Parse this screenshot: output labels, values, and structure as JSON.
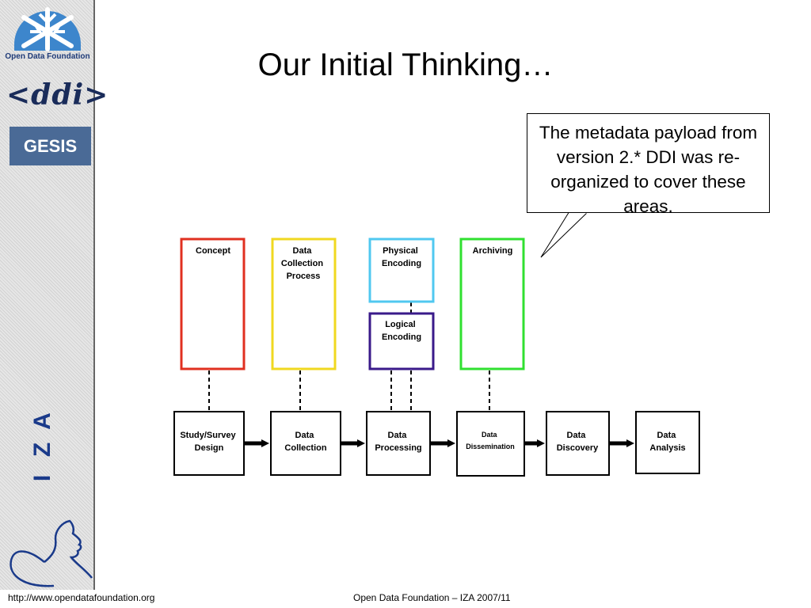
{
  "slide": {
    "title": "Our Initial Thinking…",
    "callout": "The metadata payload from version 2.* DDI was re-organized to cover these areas."
  },
  "sidebar": {
    "logos": [
      {
        "name": "open-data-foundation-logo",
        "text": "Open Data Foundation",
        "icon": "snowflake-icon",
        "color": "#2f7fc8"
      },
      {
        "name": "ddi-logo",
        "text": "<ddi>"
      },
      {
        "name": "gesis-logo",
        "text": "GESIS",
        "color": "#4a6a96"
      },
      {
        "name": "iza-logo",
        "text": "IZA",
        "color": "#1a3a8a"
      }
    ]
  },
  "diagram": {
    "top_boxes": [
      {
        "name": "concept",
        "lines": [
          "Concept"
        ],
        "color": "#e03020"
      },
      {
        "name": "data-collection-process",
        "lines": [
          "Data",
          "Collection",
          "Process"
        ],
        "color": "#f0d820"
      },
      {
        "name": "physical-encoding",
        "lines": [
          "Physical",
          "Encoding"
        ],
        "color": "#50c8f0"
      },
      {
        "name": "logical-encoding",
        "lines": [
          "Logical",
          "Encoding"
        ],
        "color": "#3a1a8a"
      },
      {
        "name": "archiving",
        "lines": [
          "Archiving"
        ],
        "color": "#30e030"
      }
    ],
    "process_steps": [
      {
        "name": "study-survey-design",
        "lines": [
          "Study/Survey",
          "Design"
        ]
      },
      {
        "name": "data-collection",
        "lines": [
          "Data",
          "Collection"
        ]
      },
      {
        "name": "data-processing",
        "lines": [
          "Data",
          "Processing"
        ]
      },
      {
        "name": "data-dissemination",
        "lines": [
          "Data",
          "Dissemination"
        ]
      },
      {
        "name": "data-discovery",
        "lines": [
          "Data",
          "Discovery"
        ]
      },
      {
        "name": "data-analysis",
        "lines": [
          "Data",
          "Analysis"
        ]
      }
    ]
  },
  "footer": {
    "url": "http://www.opendatafoundation.org",
    "center": "Open Data Foundation – IZA 2007/11"
  }
}
